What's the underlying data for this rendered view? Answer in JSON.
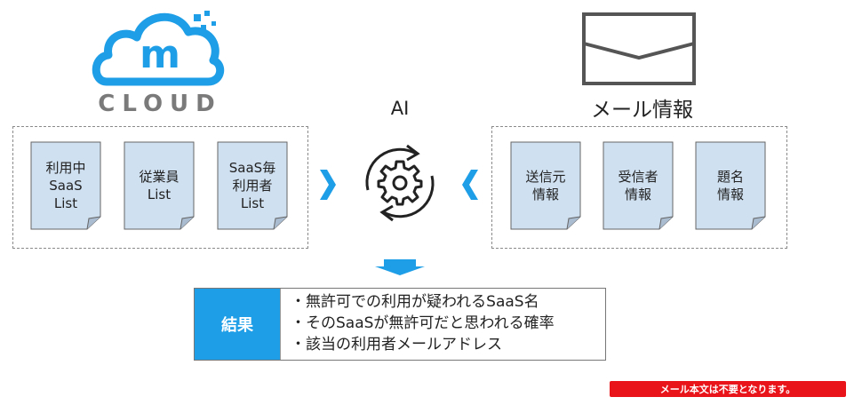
{
  "logo": {
    "brand_letter": "m",
    "wordmark": "CLOUD"
  },
  "ai_label": "AI",
  "mail_label": "メール情報",
  "left_docs": [
    "利用中\nSaaS\nList",
    "従業員\nList",
    "SaaS毎\n利用者\nList"
  ],
  "right_docs": [
    "送信元\n情報",
    "受信者\n情報",
    "題名\n情報"
  ],
  "result": {
    "label": "結果",
    "items": [
      "・無許可での利用が疑われるSaaS名",
      "・そのSaaSが無許可だと思われる確率",
      "・該当の利用者メールアドレス"
    ]
  },
  "notice": "メール本文は不要となります。",
  "colors": {
    "accent_blue": "#1e9ee6",
    "doc_fill": "#cfe0f1",
    "notice_red": "#e8141a"
  },
  "icons": [
    "cloud-logo-icon",
    "envelope-icon",
    "ai-gear-cycle-icon",
    "arrow-right-icon",
    "arrow-left-icon",
    "arrow-down-icon"
  ]
}
